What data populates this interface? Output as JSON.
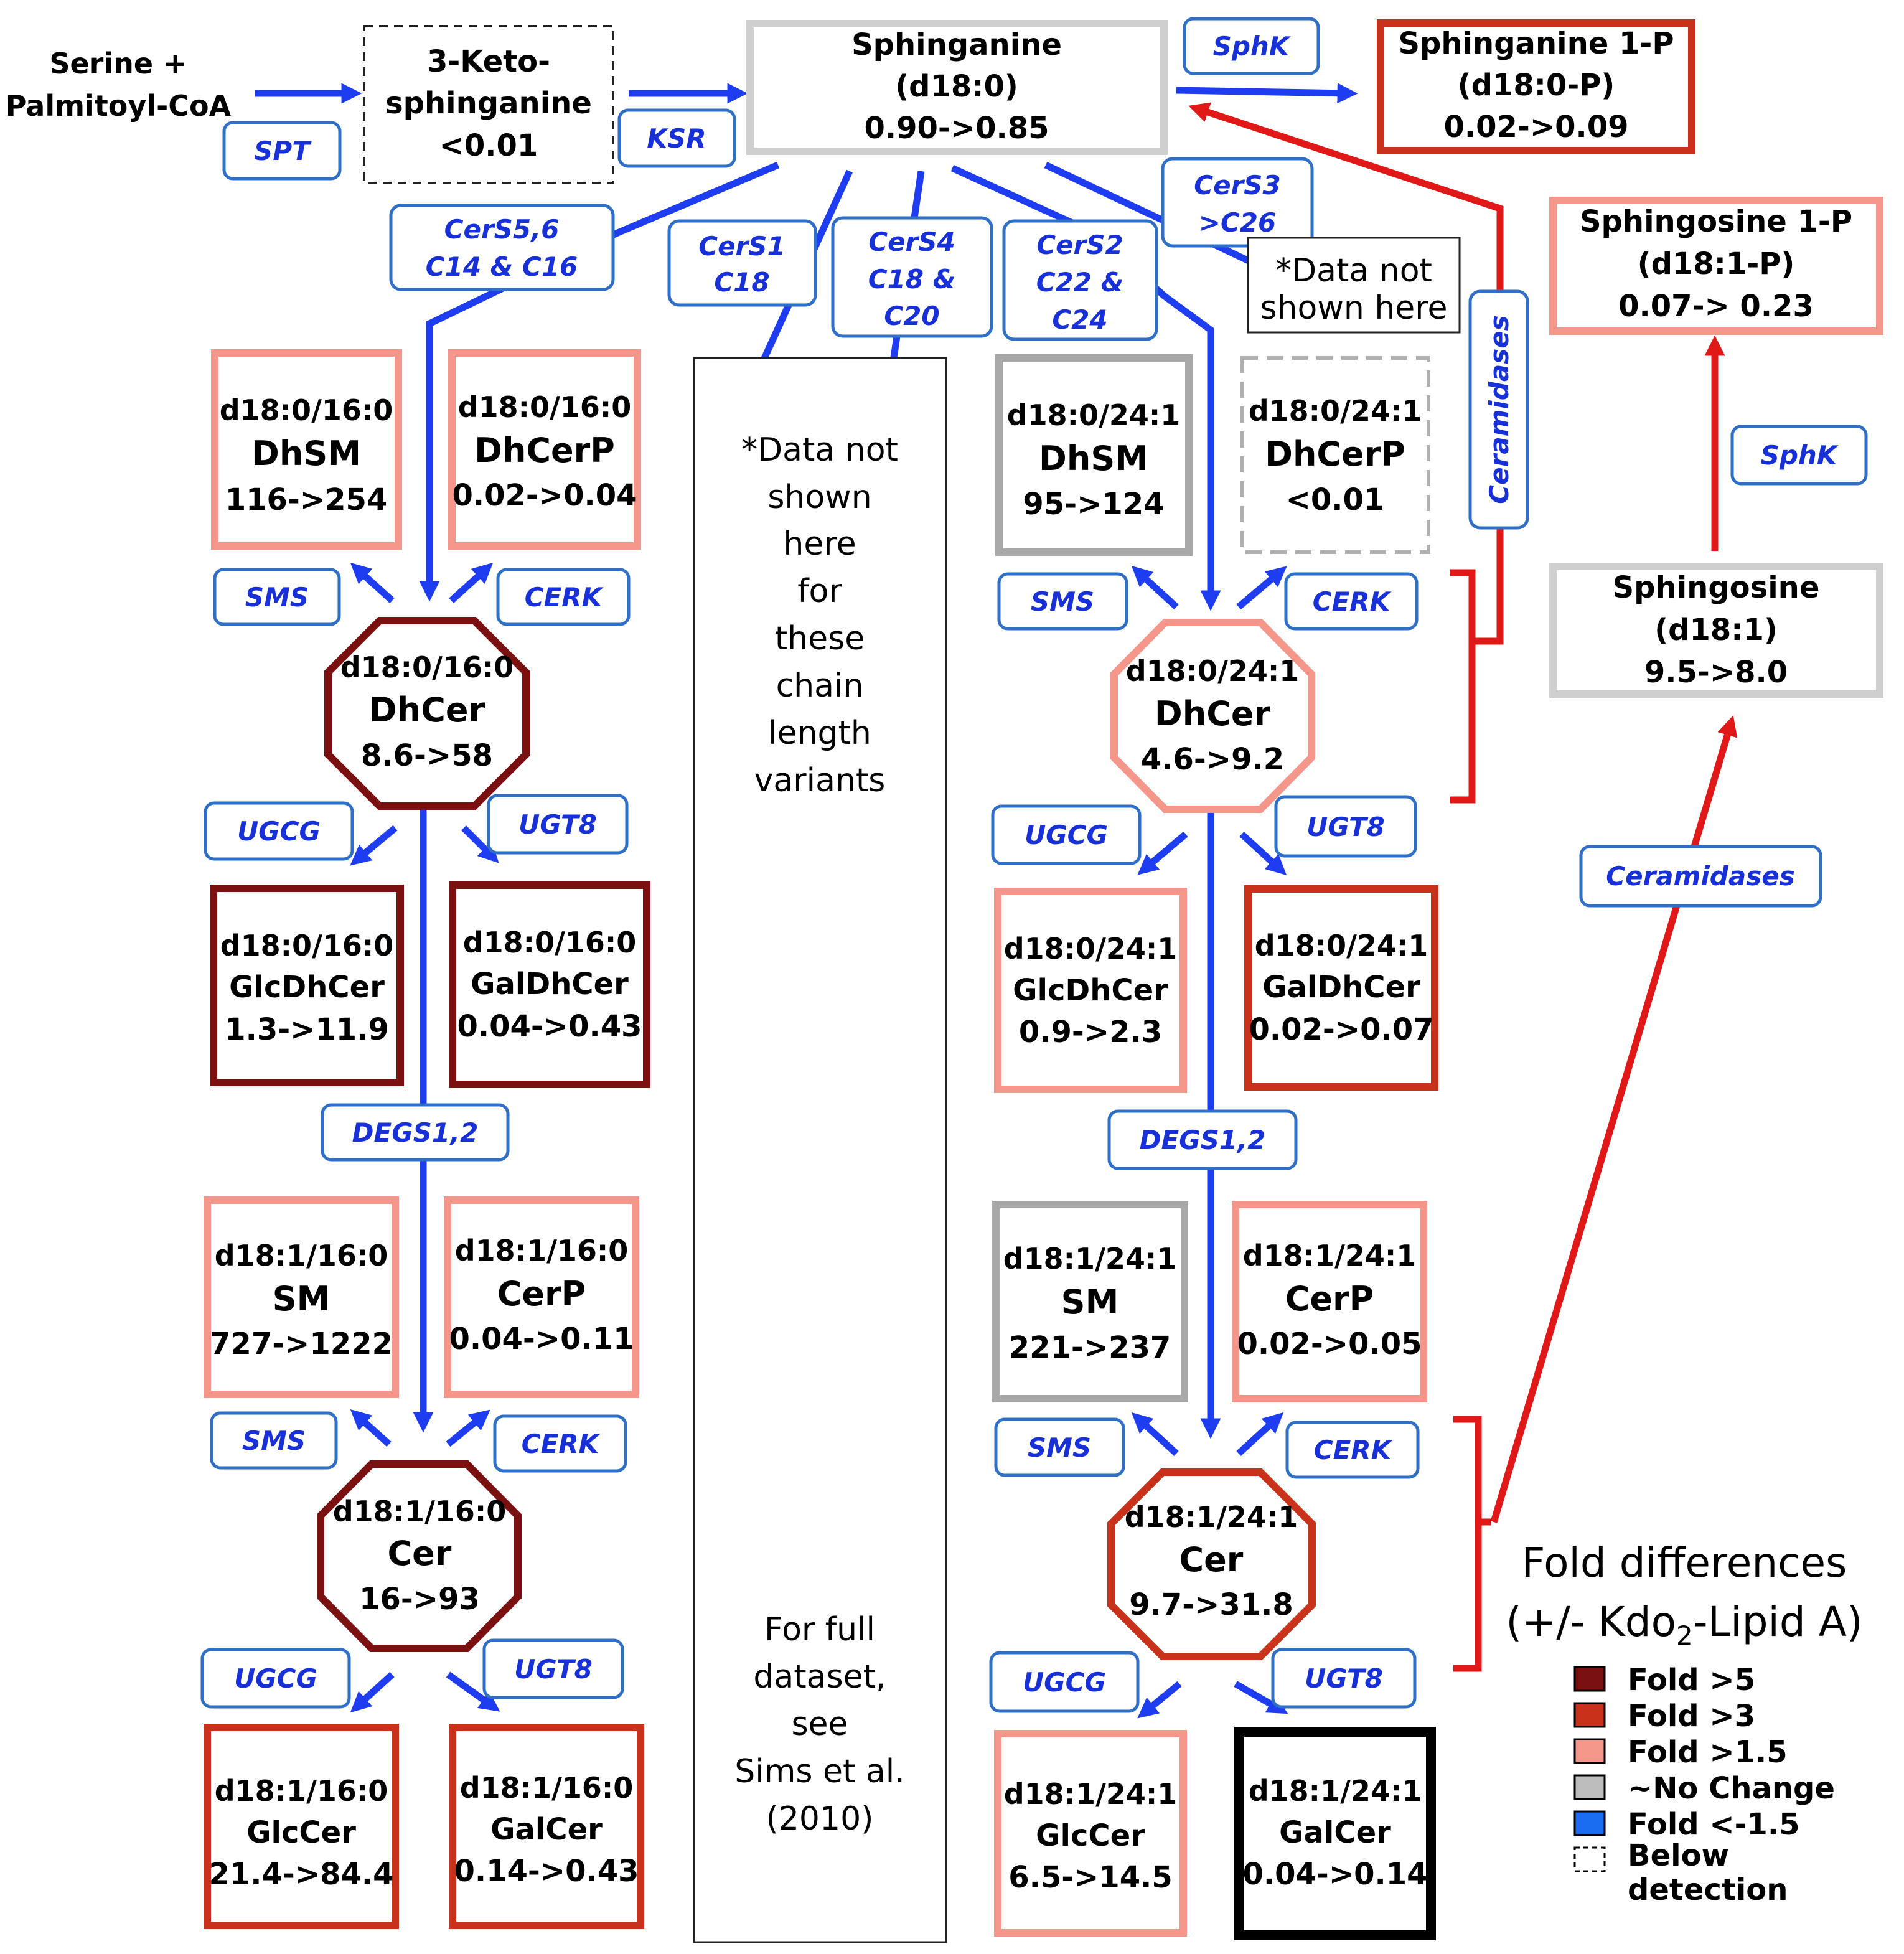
{
  "colors": {
    "fold_gt5": "#7a1010",
    "fold_gt3": "#c8321a",
    "fold_gt1_5": "#f4978a",
    "no_change": "#bdbdbd",
    "fold_lt_neg1_5": "#1a6cf0",
    "enzyme_text": "#1730d8",
    "enzyme_border": "#2f6fc6",
    "flow_arrow": "#1e3cf0",
    "red_arrow": "#e01818"
  },
  "top": {
    "substrate_line1": "Serine +",
    "substrate_line2": "Palmitoyl-CoA",
    "keto_line1": "3-Keto-",
    "keto_line2": "sphinganine",
    "keto_value": "<0.01",
    "sphinganine_name": "Sphinganine",
    "sphinganine_code": "(d18:0)",
    "sphinganine_value": "0.90->0.85",
    "sphinganine1p_name": "Sphinganine 1-P",
    "sphinganine1p_code": "(d18:0-P)",
    "sphinganine1p_value": "0.02->0.09"
  },
  "right": {
    "sphingosine1p_name": "Sphingosine 1-P",
    "sphingosine1p_code": "(d18:1-P)",
    "sphingosine1p_value": "0.07-> 0.23",
    "sphingosine_name": "Sphingosine",
    "sphingosine_code": "(d18:1)",
    "sphingosine_value": "9.5->8.0"
  },
  "enzymes": {
    "spt": "SPT",
    "ksr": "KSR",
    "sphk": "SphK",
    "cers56_l1": "CerS5,6",
    "cers56_l2": "C14 & C16",
    "cers1_l1": "CerS1",
    "cers1_l2": "C18",
    "cers4_l1": "CerS4",
    "cers4_l2": "C18 &",
    "cers4_l3": "C20",
    "cers2_l1": "CerS2",
    "cers2_l2": "C22 &",
    "cers2_l3": "C24",
    "cers3_l1": "CerS3",
    "cers3_l2": ">C26",
    "ceramidases": "Ceramidases",
    "sms": "SMS",
    "cerk": "CERK",
    "ugcg": "UGCG",
    "ugt8": "UGT8",
    "degs": "DEGS1,2"
  },
  "notes": {
    "cers3_note_l1": "*Data not",
    "cers3_note_l2": "shown here",
    "middle_lines": [
      "*Data not",
      "shown",
      "here",
      "for",
      "these",
      "chain",
      "length",
      "variants"
    ],
    "full_lines": [
      "For full",
      "dataset,",
      "see",
      "Sims et al.",
      "(2010)"
    ]
  },
  "c16": {
    "dhsm": {
      "species": "d18:0/16:0",
      "name": "DhSM",
      "value": "116->254"
    },
    "dhcerp": {
      "species": "d18:0/16:0",
      "name": "DhCerP",
      "value": "0.02->0.04"
    },
    "dhcer": {
      "species": "d18:0/16:0",
      "name": "DhCer",
      "value": "8.6->58"
    },
    "glcdhcer": {
      "species": "d18:0/16:0",
      "name": "GlcDhCer",
      "value": "1.3->11.9"
    },
    "galdhcer": {
      "species": "d18:0/16:0",
      "name": "GalDhCer",
      "value": "0.04->0.43"
    },
    "sm": {
      "species": "d18:1/16:0",
      "name": "SM",
      "value": "727->1222"
    },
    "cerp": {
      "species": "d18:1/16:0",
      "name": "CerP",
      "value": "0.04->0.11"
    },
    "cer": {
      "species": "d18:1/16:0",
      "name": "Cer",
      "value": "16->93"
    },
    "glccer": {
      "species": "d18:1/16:0",
      "name": "GlcCer",
      "value": "21.4->84.4"
    },
    "galcer": {
      "species": "d18:1/16:0",
      "name": "GalCer",
      "value": "0.14->0.43"
    }
  },
  "c24": {
    "dhsm": {
      "species": "d18:0/24:1",
      "name": "DhSM",
      "value": "95->124"
    },
    "dhcerp": {
      "species": "d18:0/24:1",
      "name": "DhCerP",
      "value": "<0.01"
    },
    "dhcer": {
      "species": "d18:0/24:1",
      "name": "DhCer",
      "value": "4.6->9.2"
    },
    "glcdhcer": {
      "species": "d18:0/24:1",
      "name": "GlcDhCer",
      "value": "0.9->2.3"
    },
    "galdhcer": {
      "species": "d18:0/24:1",
      "name": "GalDhCer",
      "value": "0.02->0.07"
    },
    "sm": {
      "species": "d18:1/24:1",
      "name": "SM",
      "value": "221->237"
    },
    "cerp": {
      "species": "d18:1/24:1",
      "name": "CerP",
      "value": "0.02->0.05"
    },
    "cer": {
      "species": "d18:1/24:1",
      "name": "Cer",
      "value": "9.7->31.8"
    },
    "glccer": {
      "species": "d18:1/24:1",
      "name": "GlcCer",
      "value": "6.5->14.5"
    },
    "galcer": {
      "species": "d18:1/24:1",
      "name": "GalCer",
      "value": "0.04->0.14"
    }
  },
  "legend": {
    "title_l1": "Fold differences",
    "title_l2_pre": "(+/- Kdo",
    "title_l2_sub": "2",
    "title_l2_post": "-Lipid A)",
    "items": [
      "Fold >5",
      "Fold >3",
      "Fold >1.5",
      "~No Change",
      "Fold <-1.5",
      "Below",
      "detection"
    ]
  }
}
